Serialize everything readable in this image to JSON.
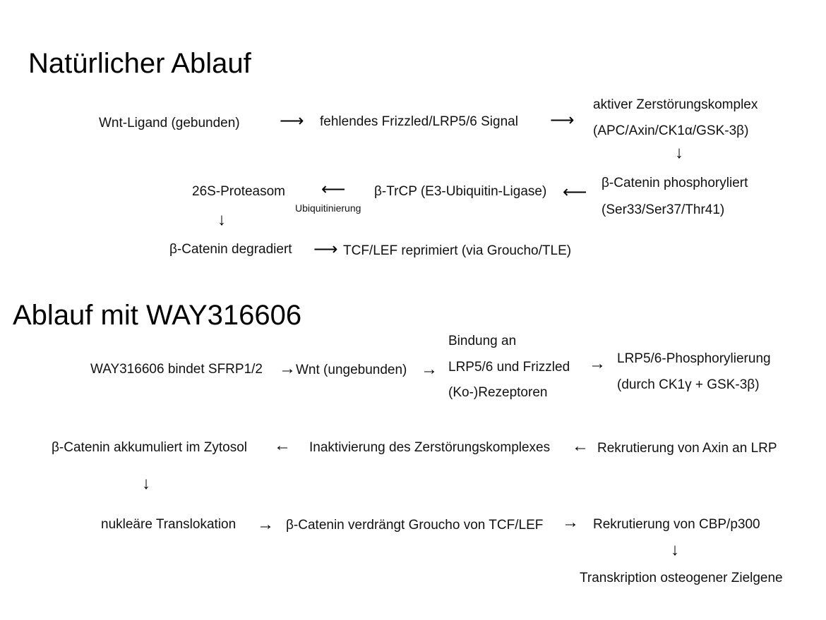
{
  "section1": {
    "heading": "Natürlicher Ablauf",
    "nodes": {
      "wnt_ligand": "Wnt-Ligand (gebunden)",
      "missing_signal": "fehlendes Frizzled/LRP5/6 Signal",
      "complex_line1": "aktiver Zerstörungskomplex",
      "complex_line2": "(APC/Axin/CK1α/GSK-3β)",
      "phospho_line1": "β-Catenin phosphoryliert",
      "phospho_line2": "(Ser33/Ser37/Thr41)",
      "trcp": "β-TrCP (E3-Ubiquitin-Ligase)",
      "proteasome": "26S-Proteasom",
      "ubiquitination": "Ubiquitinierung",
      "degraded": "β-Catenin degradiert",
      "repressed": "TCF/LEF reprimiert (via Groucho/TLE)"
    }
  },
  "section2": {
    "heading": "Ablauf mit WAY316606",
    "nodes": {
      "way_binds": "WAY316606 bindet SFRP1/2",
      "wnt_unbound": "Wnt (ungebunden)",
      "binding_line1": "Bindung an",
      "binding_line2": "LRP5/6 und Frizzled",
      "binding_line3": "(Ko-)Rezeptoren",
      "lrp_line1": "LRP5/6-Phosphorylierung",
      "lrp_line2": "(durch CK1γ + GSK-3β)",
      "axin_recruit": "Rekrutierung von Axin an LRP",
      "inactivation": "Inaktivierung des Zerstörungskomplexes",
      "accumulates": "β-Catenin akkumuliert im Zytosol",
      "nuclear": "nukleäre Translokation",
      "displaces": "β-Catenin verdrängt Groucho von TCF/LEF",
      "cbp": "Rekrutierung von CBP/p300",
      "transcription": "Transkription osteogener Zielgene"
    }
  },
  "arrows": {
    "right": "⟶",
    "left": "⟵",
    "down": "↓",
    "right_short": "→",
    "left_short": "←"
  }
}
